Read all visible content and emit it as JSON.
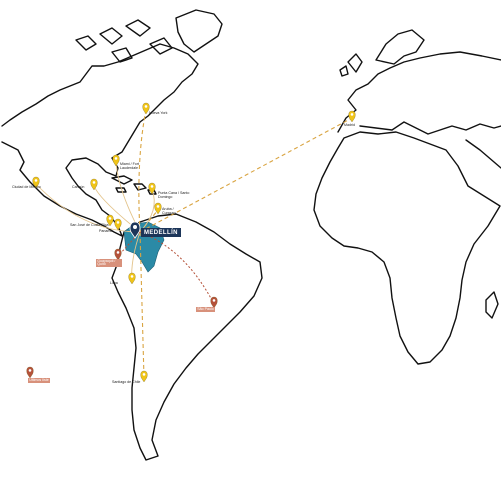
{
  "map": {
    "hub": {
      "label": "MEDELLÍN",
      "color": "#1c3559",
      "country_fill": "#2b8aa6"
    },
    "colors": {
      "gold_pin": "#f0c419",
      "red_pin": "#b5523a",
      "route": "#d9a441",
      "red_route": "#b5523a"
    },
    "gold_cities": [
      {
        "name": "Nueva York"
      },
      {
        "name": "Miami / Fort Lauderdale"
      },
      {
        "name": "Ciudad de México"
      },
      {
        "name": "Cancún"
      },
      {
        "name": "Punta Cana / Santo Domingo"
      },
      {
        "name": "San José de Costa Rica"
      },
      {
        "name": "Panamá"
      },
      {
        "name": "Aruba / Curazao"
      },
      {
        "name": "Lima"
      },
      {
        "name": "Santiago de Chile"
      },
      {
        "name": "Madrid"
      }
    ],
    "red_cities": [
      {
        "name": "Guayaquil / Quito"
      },
      {
        "name": "São Paulo"
      },
      {
        "name": "Ultimos Iiste"
      }
    ]
  }
}
